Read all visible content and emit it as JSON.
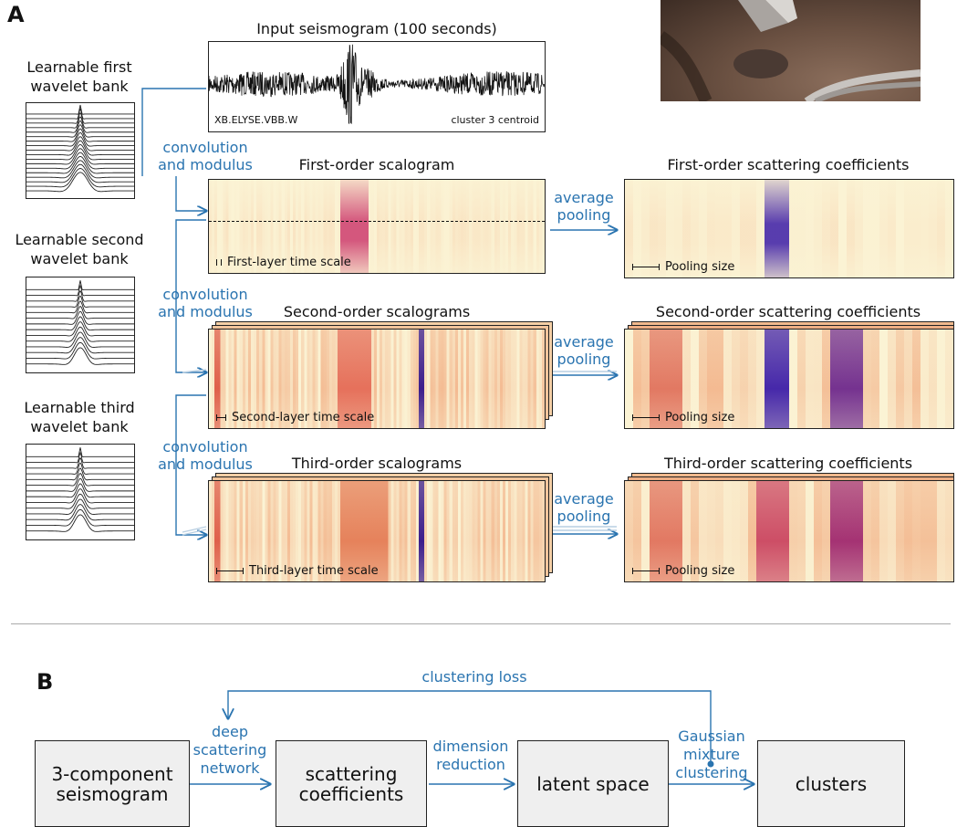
{
  "panel_a": {
    "letter": "A",
    "input_title": "Input seismogram (100 seconds)",
    "station_tag": "XB.ELYSE.VBB.W",
    "cluster_tag": "cluster 3 centroid",
    "banks": [
      {
        "line1": "Learnable first",
        "line2": "wavelet bank"
      },
      {
        "line1": "Learnable second",
        "line2": "wavelet bank"
      },
      {
        "line1": "Learnable third",
        "line2": "wavelet bank"
      }
    ],
    "conv_label": {
      "line1": "convolution",
      "line2": "and modulus"
    },
    "pool_label": {
      "line1": "average",
      "line2": "pooling"
    },
    "scalogram_titles": [
      "First-order scalogram",
      "Second-order scalograms",
      "Third-order scalograms"
    ],
    "coef_titles": [
      "First-order scattering coefficients",
      "Second-order scattering coefficients",
      "Third-order scattering coefficients"
    ],
    "time_scales": [
      "First-layer time scale",
      "Second-layer time scale",
      "Third-layer time scale"
    ],
    "pooling_size": "Pooling size"
  },
  "panel_b": {
    "letter": "B",
    "boxes": [
      {
        "line1": "3-component",
        "line2": "seismogram"
      },
      {
        "line1": "scattering",
        "line2": "coefficients"
      },
      {
        "line1": "latent space",
        "line2": ""
      },
      {
        "line1": "clusters",
        "line2": ""
      }
    ],
    "arrows": [
      {
        "line1": "deep",
        "line2": "scattering",
        "line3": "network"
      },
      {
        "line1": "dimension",
        "line2": "reduction",
        "line3": ""
      },
      {
        "line1": "Gaussian",
        "line2": "mixture",
        "line3": "clustering"
      }
    ],
    "loop_label": "clustering loss"
  },
  "colors": {
    "accent": "#2a74b0",
    "box_fill": "#efefef",
    "heat_low": "#fbf3d4",
    "heat_mid": "#e0643e",
    "heat_high": "#3b1c9c"
  }
}
